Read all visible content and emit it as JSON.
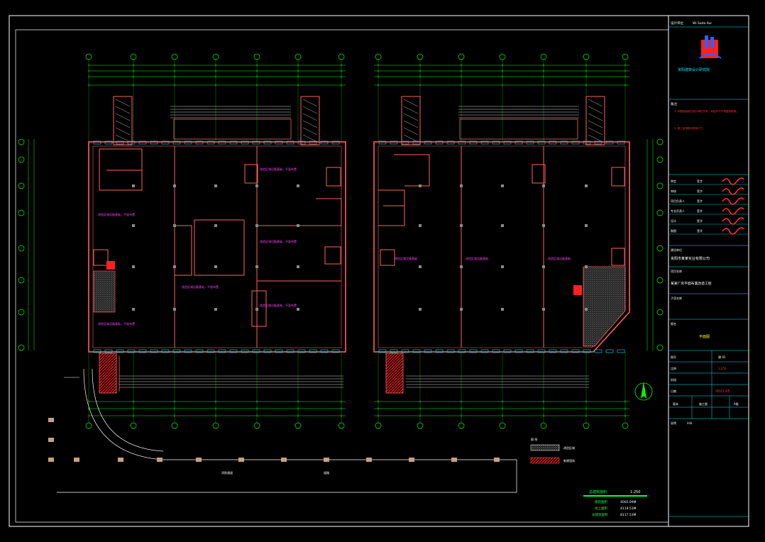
{
  "colors": {
    "background": "#000000",
    "frame": "#ffffff",
    "wall": "#ff6060",
    "grid": "#00ff00",
    "dim": "#00ff00",
    "annotation": "#ff40ff",
    "window": "#00e5ff",
    "column": "#8a8a8a",
    "stamp": "#ff3030",
    "titleblock": "#00e5ff",
    "area_table": "#00ff40",
    "hatch_red": "#ff2020",
    "hatch_grey": "#9a9a9a"
  },
  "titleblock": {
    "header_label": "设计单位",
    "header_value": "Wi Sada 0ur",
    "company_name": "资阳建筑设计研究院",
    "notes_label": "备注",
    "note_1": "1. 本图纸版权归设计单位所有，未经许可不得复制使用。",
    "note_2": "2. 施工前请核对现场尺寸。",
    "sign_rows": [
      "审定",
      "审核",
      "项目负责人",
      "专业负责人",
      "设计",
      "制图"
    ],
    "sign_names": [
      "签字",
      "签字",
      "签字",
      "签字",
      "签字",
      "签字"
    ],
    "client_label": "建设单位",
    "client_name": "资阳市某某实业有限公司",
    "project_label": "项目名称",
    "project_name": "某某厂房平面布置改造工程",
    "subproject_label": "子项名称",
    "drawing_label": "图名",
    "drawing_name": "平面图",
    "number_label": "图号",
    "number_value": "建-01",
    "scale_label": "比例",
    "scale_value": "1:250",
    "date_label": "日期",
    "date_value": "2021.05",
    "stage_label": "阶段",
    "stage_value": "施工图",
    "version_label": "版本",
    "version_value": "A版",
    "bottom_label": "说明",
    "bottom_value": "Vsb"
  },
  "legend": {
    "title": "图 例",
    "item_1": "改造区域",
    "item_2": "新建墙体"
  },
  "area_table": {
    "title": "总建筑面积",
    "scale": "1:250",
    "row_1_label": "建筑面积",
    "row_1_value": "4002.09M",
    "row_2_label": "地上面积",
    "row_2_value": "4119.53M",
    "row_3_label": "总建筑面积",
    "row_3_value": "8117.53M"
  },
  "site": {
    "road_label": "消防通道",
    "road_label_2": "道路"
  },
  "plan_notes": {
    "left_1": "改造区域设备基础，平面布置",
    "left_2": "改造区域设备基础，平面布置",
    "left_3": "改造区域设备基础，平面布置",
    "left_4": "改造区域设备基础，平面布置",
    "left_5": "改造区域设备基础，平面布置",
    "left_6": "改造区域设备基础，平面布置",
    "right_1": "改造区域设备基础",
    "right_2": "改造区域设备基础",
    "right_3": "改造区域设备基础"
  }
}
